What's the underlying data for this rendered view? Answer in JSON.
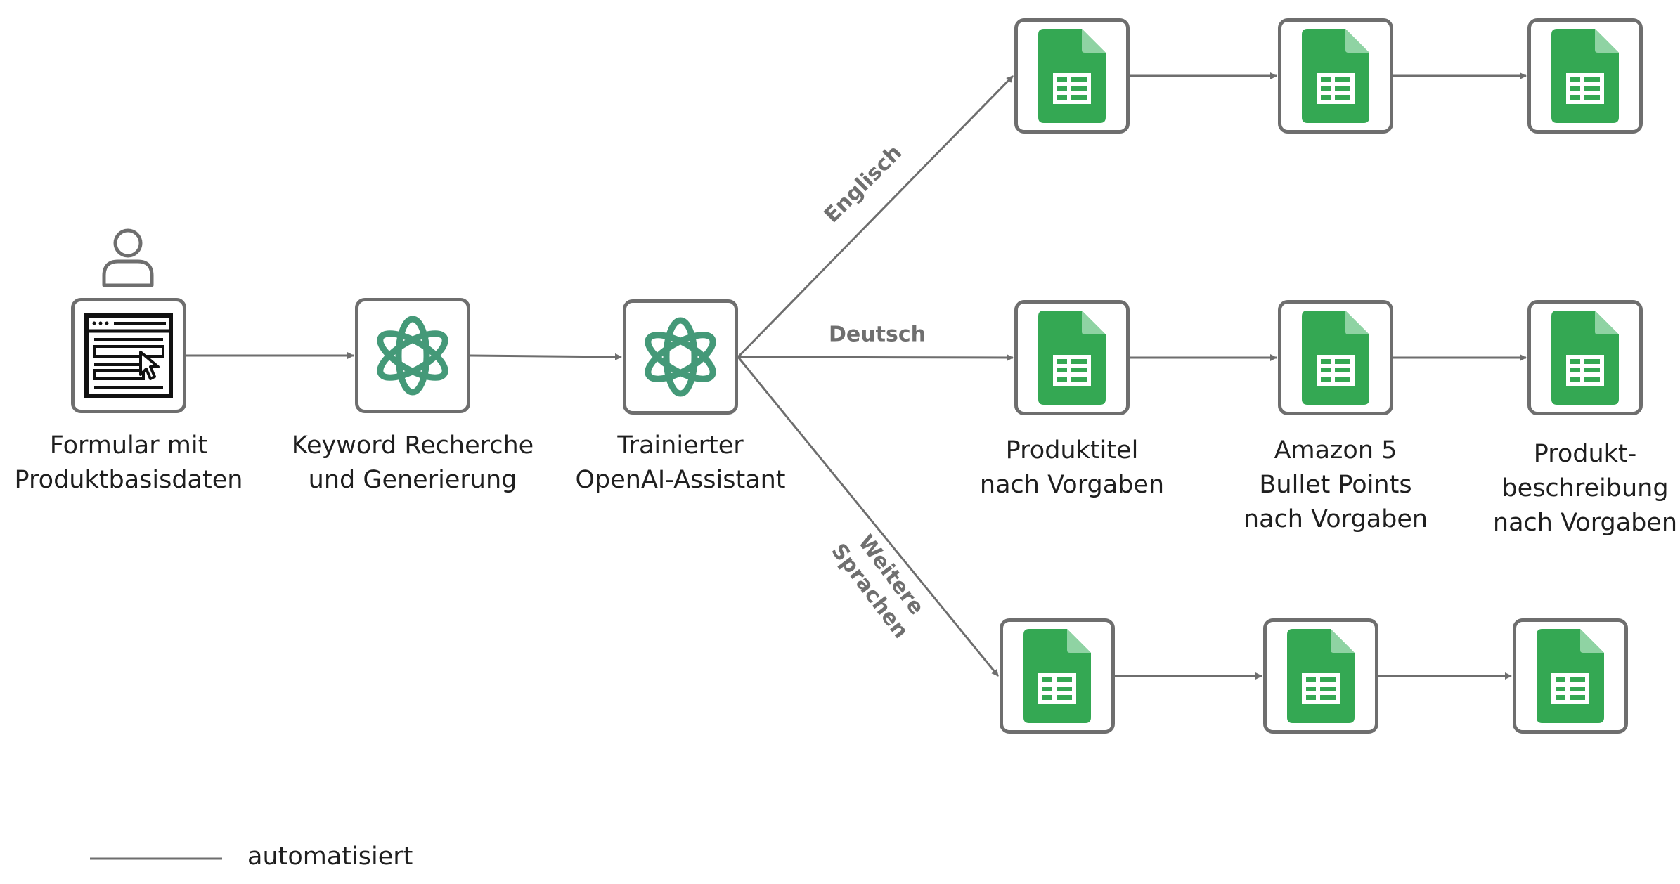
{
  "colors": {
    "node_border": "#6e6e6e",
    "edge": "#6e6e6e",
    "openai_green": "#449978",
    "sheets_green": "#34a853",
    "sheets_fold": "#8fd3a3",
    "label_gray": "#6f6f6f"
  },
  "nodes": [
    {
      "id": "form",
      "icon": "web-form-icon",
      "caption": [
        "Formular mit",
        "Produktbasisdaten"
      ]
    },
    {
      "id": "keyword",
      "icon": "openai-icon",
      "caption": [
        "Keyword Recherche",
        "und Generierung"
      ]
    },
    {
      "id": "assistant",
      "icon": "openai-icon",
      "caption": [
        "Trainierter",
        "OpenAI-Assistant"
      ]
    },
    {
      "id": "en1",
      "icon": "google-sheets-icon"
    },
    {
      "id": "en2",
      "icon": "google-sheets-icon"
    },
    {
      "id": "en3",
      "icon": "google-sheets-icon"
    },
    {
      "id": "de1",
      "icon": "google-sheets-icon",
      "caption": [
        "Produktitel",
        "nach Vorgaben"
      ]
    },
    {
      "id": "de2",
      "icon": "google-sheets-icon",
      "caption": [
        "Amazon 5",
        "Bullet Points",
        "nach Vorgaben"
      ]
    },
    {
      "id": "de3",
      "icon": "google-sheets-icon",
      "caption": [
        "Produkt-",
        "beschreibung",
        "nach Vorgaben"
      ]
    },
    {
      "id": "ot1",
      "icon": "google-sheets-icon"
    },
    {
      "id": "ot2",
      "icon": "google-sheets-icon"
    },
    {
      "id": "ot3",
      "icon": "google-sheets-icon"
    }
  ],
  "user_icon": "user-icon",
  "branches": {
    "english": "Englisch",
    "german": "Deutsch",
    "other": [
      "Weitere",
      "Sprachen"
    ]
  },
  "edges": [
    [
      "form",
      "keyword"
    ],
    [
      "keyword",
      "assistant"
    ],
    [
      "assistant",
      "en1"
    ],
    [
      "assistant",
      "de1"
    ],
    [
      "assistant",
      "ot1"
    ],
    [
      "en1",
      "en2"
    ],
    [
      "en2",
      "en3"
    ],
    [
      "de1",
      "de2"
    ],
    [
      "de2",
      "de3"
    ],
    [
      "ot1",
      "ot2"
    ],
    [
      "ot2",
      "ot3"
    ]
  ],
  "legend": {
    "line_label": "automatisiert"
  }
}
